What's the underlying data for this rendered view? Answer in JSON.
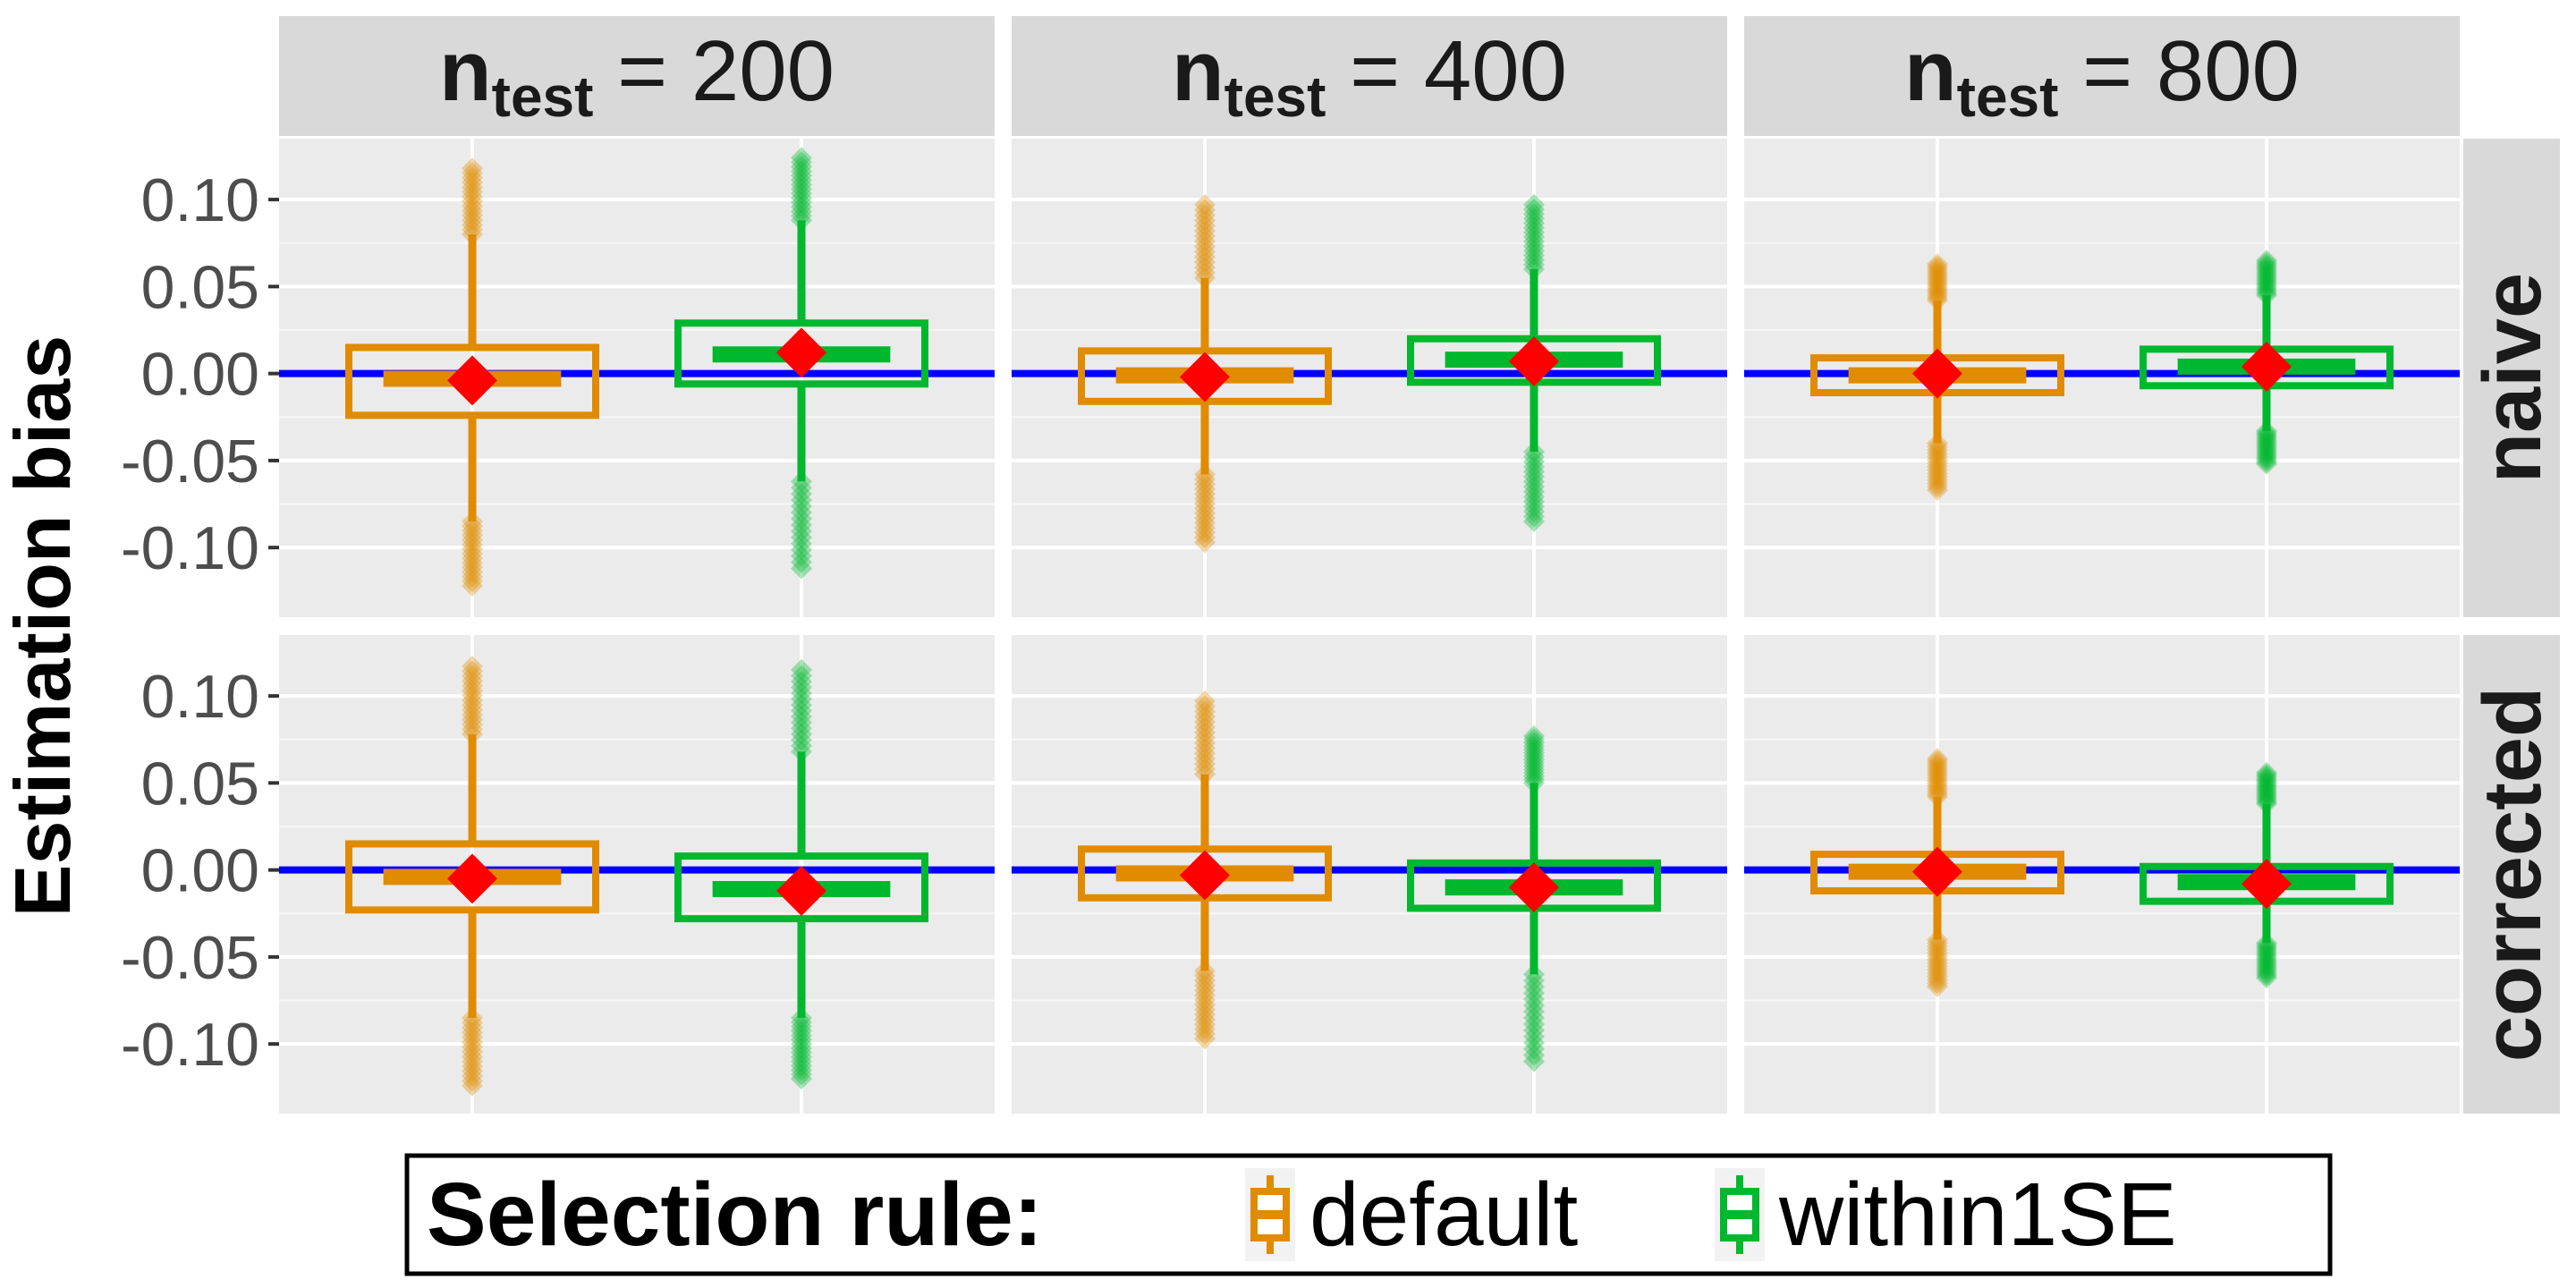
{
  "chart_data": {
    "type": "boxplot",
    "ylabel": "Estimation bias",
    "ylim": [
      -0.14,
      0.135
    ],
    "yticks": [
      -0.1,
      -0.05,
      0.0,
      0.05,
      0.1
    ],
    "ytick_labels": [
      "-0.10",
      "-0.05",
      "0.00",
      "0.05",
      "0.10"
    ],
    "reference_line": {
      "y": 0,
      "color": "#0000ff"
    },
    "col_facets": [
      {
        "main": "n",
        "sub": "test",
        "rest": " = 200"
      },
      {
        "main": "n",
        "sub": "test",
        "rest": " = 400"
      },
      {
        "main": "n",
        "sub": "test",
        "rest": " = 800"
      }
    ],
    "row_facets": [
      "naive",
      "corrected"
    ],
    "groups": [
      "default",
      "within1SE"
    ],
    "colors": {
      "default": "#e08b00",
      "within1SE": "#00b82e",
      "mean_marker": "#ff0000",
      "panel_bg": "#ebebeb",
      "strip_bg": "#d9d9d9"
    },
    "legend": {
      "title": "Selection rule:",
      "position": "bottom",
      "items": [
        "default",
        "within1SE"
      ]
    },
    "mean_marker": "red diamond",
    "panels": [
      {
        "row": "naive",
        "col": "n_test = 200",
        "boxes": [
          {
            "group": "default",
            "whisker_low": -0.085,
            "q1": -0.024,
            "median": -0.003,
            "q3": 0.015,
            "whisker_high": 0.08,
            "mean": -0.004,
            "out_low": -0.122,
            "out_high": 0.118
          },
          {
            "group": "within1SE",
            "whisker_low": -0.062,
            "q1": -0.006,
            "median": 0.011,
            "q3": 0.029,
            "whisker_high": 0.088,
            "mean": 0.012,
            "out_low": -0.112,
            "out_high": 0.124
          }
        ]
      },
      {
        "row": "naive",
        "col": "n_test = 400",
        "boxes": [
          {
            "group": "default",
            "whisker_low": -0.058,
            "q1": -0.016,
            "median": -0.001,
            "q3": 0.013,
            "whisker_high": 0.055,
            "mean": -0.002,
            "out_low": -0.097,
            "out_high": 0.097
          },
          {
            "group": "within1SE",
            "whisker_low": -0.045,
            "q1": -0.005,
            "median": 0.008,
            "q3": 0.02,
            "whisker_high": 0.06,
            "mean": 0.007,
            "out_low": -0.085,
            "out_high": 0.097
          }
        ]
      },
      {
        "row": "naive",
        "col": "n_test = 800",
        "boxes": [
          {
            "group": "default",
            "whisker_low": -0.04,
            "q1": -0.011,
            "median": -0.001,
            "q3": 0.009,
            "whisker_high": 0.042,
            "mean": 0.0,
            "out_low": -0.067,
            "out_high": 0.063
          },
          {
            "group": "within1SE",
            "whisker_low": -0.033,
            "q1": -0.007,
            "median": 0.004,
            "q3": 0.014,
            "whisker_high": 0.045,
            "mean": 0.004,
            "out_low": -0.052,
            "out_high": 0.065
          }
        ]
      },
      {
        "row": "corrected",
        "col": "n_test = 200",
        "boxes": [
          {
            "group": "default",
            "whisker_low": -0.085,
            "q1": -0.023,
            "median": -0.004,
            "q3": 0.015,
            "whisker_high": 0.078,
            "mean": -0.005,
            "out_low": -0.124,
            "out_high": 0.117
          },
          {
            "group": "within1SE",
            "whisker_low": -0.085,
            "q1": -0.028,
            "median": -0.011,
            "q3": 0.008,
            "whisker_high": 0.068,
            "mean": -0.012,
            "out_low": -0.12,
            "out_high": 0.115
          }
        ]
      },
      {
        "row": "corrected",
        "col": "n_test = 400",
        "boxes": [
          {
            "group": "default",
            "whisker_low": -0.058,
            "q1": -0.016,
            "median": -0.002,
            "q3": 0.012,
            "whisker_high": 0.055,
            "mean": -0.003,
            "out_low": -0.097,
            "out_high": 0.097
          },
          {
            "group": "within1SE",
            "whisker_low": -0.06,
            "q1": -0.022,
            "median": -0.01,
            "q3": 0.004,
            "whisker_high": 0.05,
            "mean": -0.01,
            "out_low": -0.11,
            "out_high": 0.077
          }
        ]
      },
      {
        "row": "corrected",
        "col": "n_test = 800",
        "boxes": [
          {
            "group": "default",
            "whisker_low": -0.04,
            "q1": -0.012,
            "median": -0.001,
            "q3": 0.009,
            "whisker_high": 0.042,
            "mean": -0.001,
            "out_low": -0.067,
            "out_high": 0.064
          },
          {
            "group": "within1SE",
            "whisker_low": -0.042,
            "q1": -0.018,
            "median": -0.007,
            "q3": 0.002,
            "whisker_high": 0.038,
            "mean": -0.008,
            "out_low": -0.062,
            "out_high": 0.056
          }
        ]
      }
    ]
  }
}
